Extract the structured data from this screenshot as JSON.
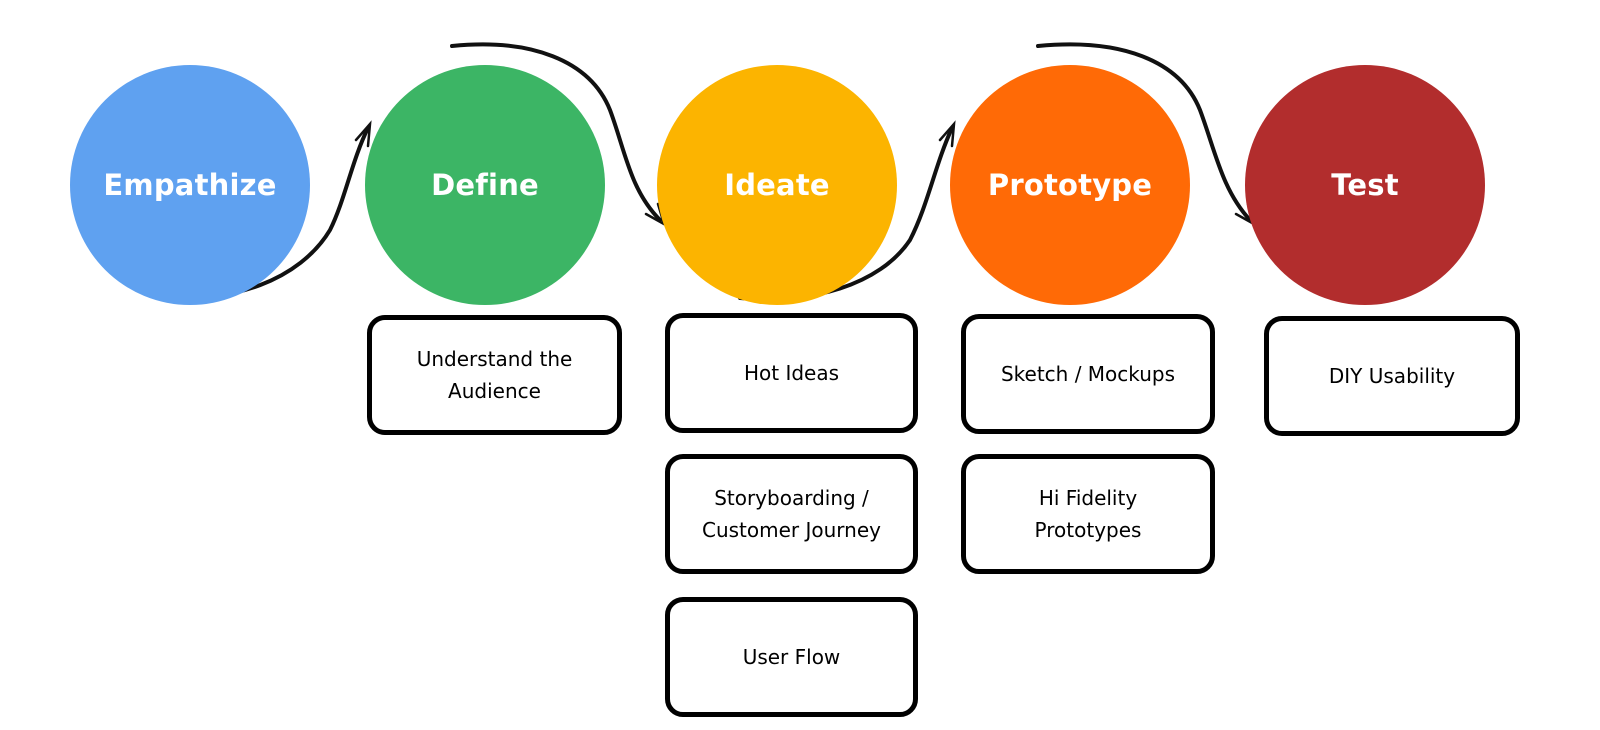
{
  "stages": [
    {
      "label": "Empathize",
      "color": "#5fa1f0"
    },
    {
      "label": "Define",
      "color": "#3cb565"
    },
    {
      "label": "Ideate",
      "color": "#fcb400"
    },
    {
      "label": "Prototype",
      "color": "#ff6a06"
    },
    {
      "label": "Test",
      "color": "#b22d2d"
    }
  ],
  "activities": {
    "define": [
      "Understand the\nAudience"
    ],
    "ideate": [
      "Hot Ideas",
      "Storyboarding /\nCustomer Journey",
      "User Flow"
    ],
    "prototype": [
      "Sketch / Mockups",
      "Hi Fidelity\nPrototypes"
    ],
    "test": [
      "DIY Usability"
    ]
  }
}
